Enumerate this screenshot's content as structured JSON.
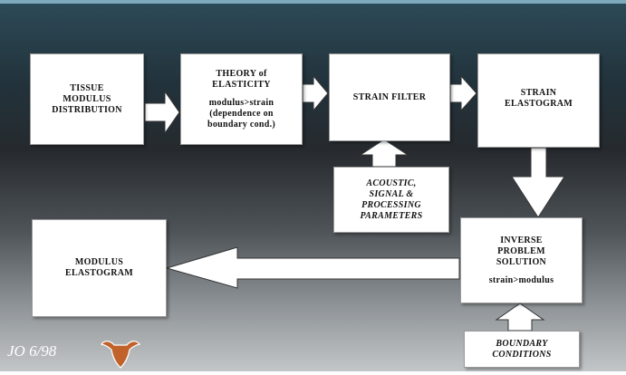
{
  "boxes": {
    "tissue": {
      "lines": [
        "TISSUE",
        "MODULUS",
        "DISTRIBUTION"
      ]
    },
    "theory": {
      "lines": [
        "THEORY of",
        "ELASTICITY"
      ],
      "sub": [
        "modulus>strain",
        "(dependence on",
        "boundary cond.)"
      ]
    },
    "strain_filter": {
      "lines": [
        "STRAIN FILTER"
      ]
    },
    "strain_elastogram": {
      "lines": [
        "STRAIN",
        "ELASTOGRAM"
      ]
    },
    "acoustic": {
      "lines": [
        "ACOUSTIC,",
        "SIGNAL &",
        "PROCESSING",
        "PARAMETERS"
      ]
    },
    "modulus_elastogram": {
      "lines": [
        "MODULUS",
        "ELASTOGRAM"
      ]
    },
    "inverse": {
      "lines": [
        "INVERSE",
        "PROBLEM",
        "SOLUTION"
      ],
      "sub": [
        "strain>modulus"
      ]
    },
    "boundary": {
      "lines": [
        "BOUNDARY",
        "CONDITIONS"
      ]
    }
  },
  "footer": {
    "text": "JO 6/98"
  },
  "colors": {
    "box": "#ffffff",
    "arrow_fill": "#ffffff",
    "arrow_stroke": "#333333",
    "logo": "#c0622a"
  }
}
